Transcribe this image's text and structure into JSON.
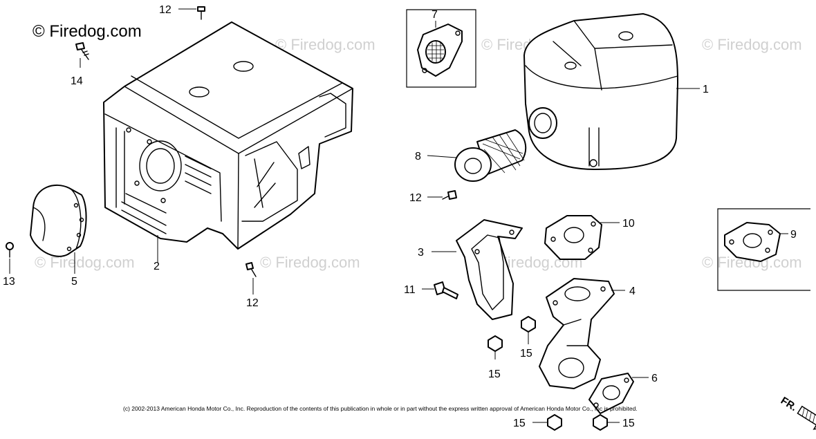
{
  "watermark": {
    "main": "© Firedog.com",
    "faded": "© Firedog.com"
  },
  "callouts": {
    "c1": "1",
    "c2": "2",
    "c3": "3",
    "c4": "4",
    "c5": "5",
    "c6": "6",
    "c7": "7",
    "c8": "8",
    "c9": "9",
    "c10": "10",
    "c11": "11",
    "c12a": "12",
    "c12b": "12",
    "c12c": "12",
    "c13": "13",
    "c14": "14",
    "c15a": "15",
    "c15b": "15",
    "c15c": "15",
    "c15d": "15"
  },
  "copyright": "(c) 2002-2013 American Honda Motor Co., Inc. Reproduction of the contents of this publication in whole or in part without the express written approval of American Honda Motor Co., Inc is prohibited.",
  "direction_label": "FR."
}
